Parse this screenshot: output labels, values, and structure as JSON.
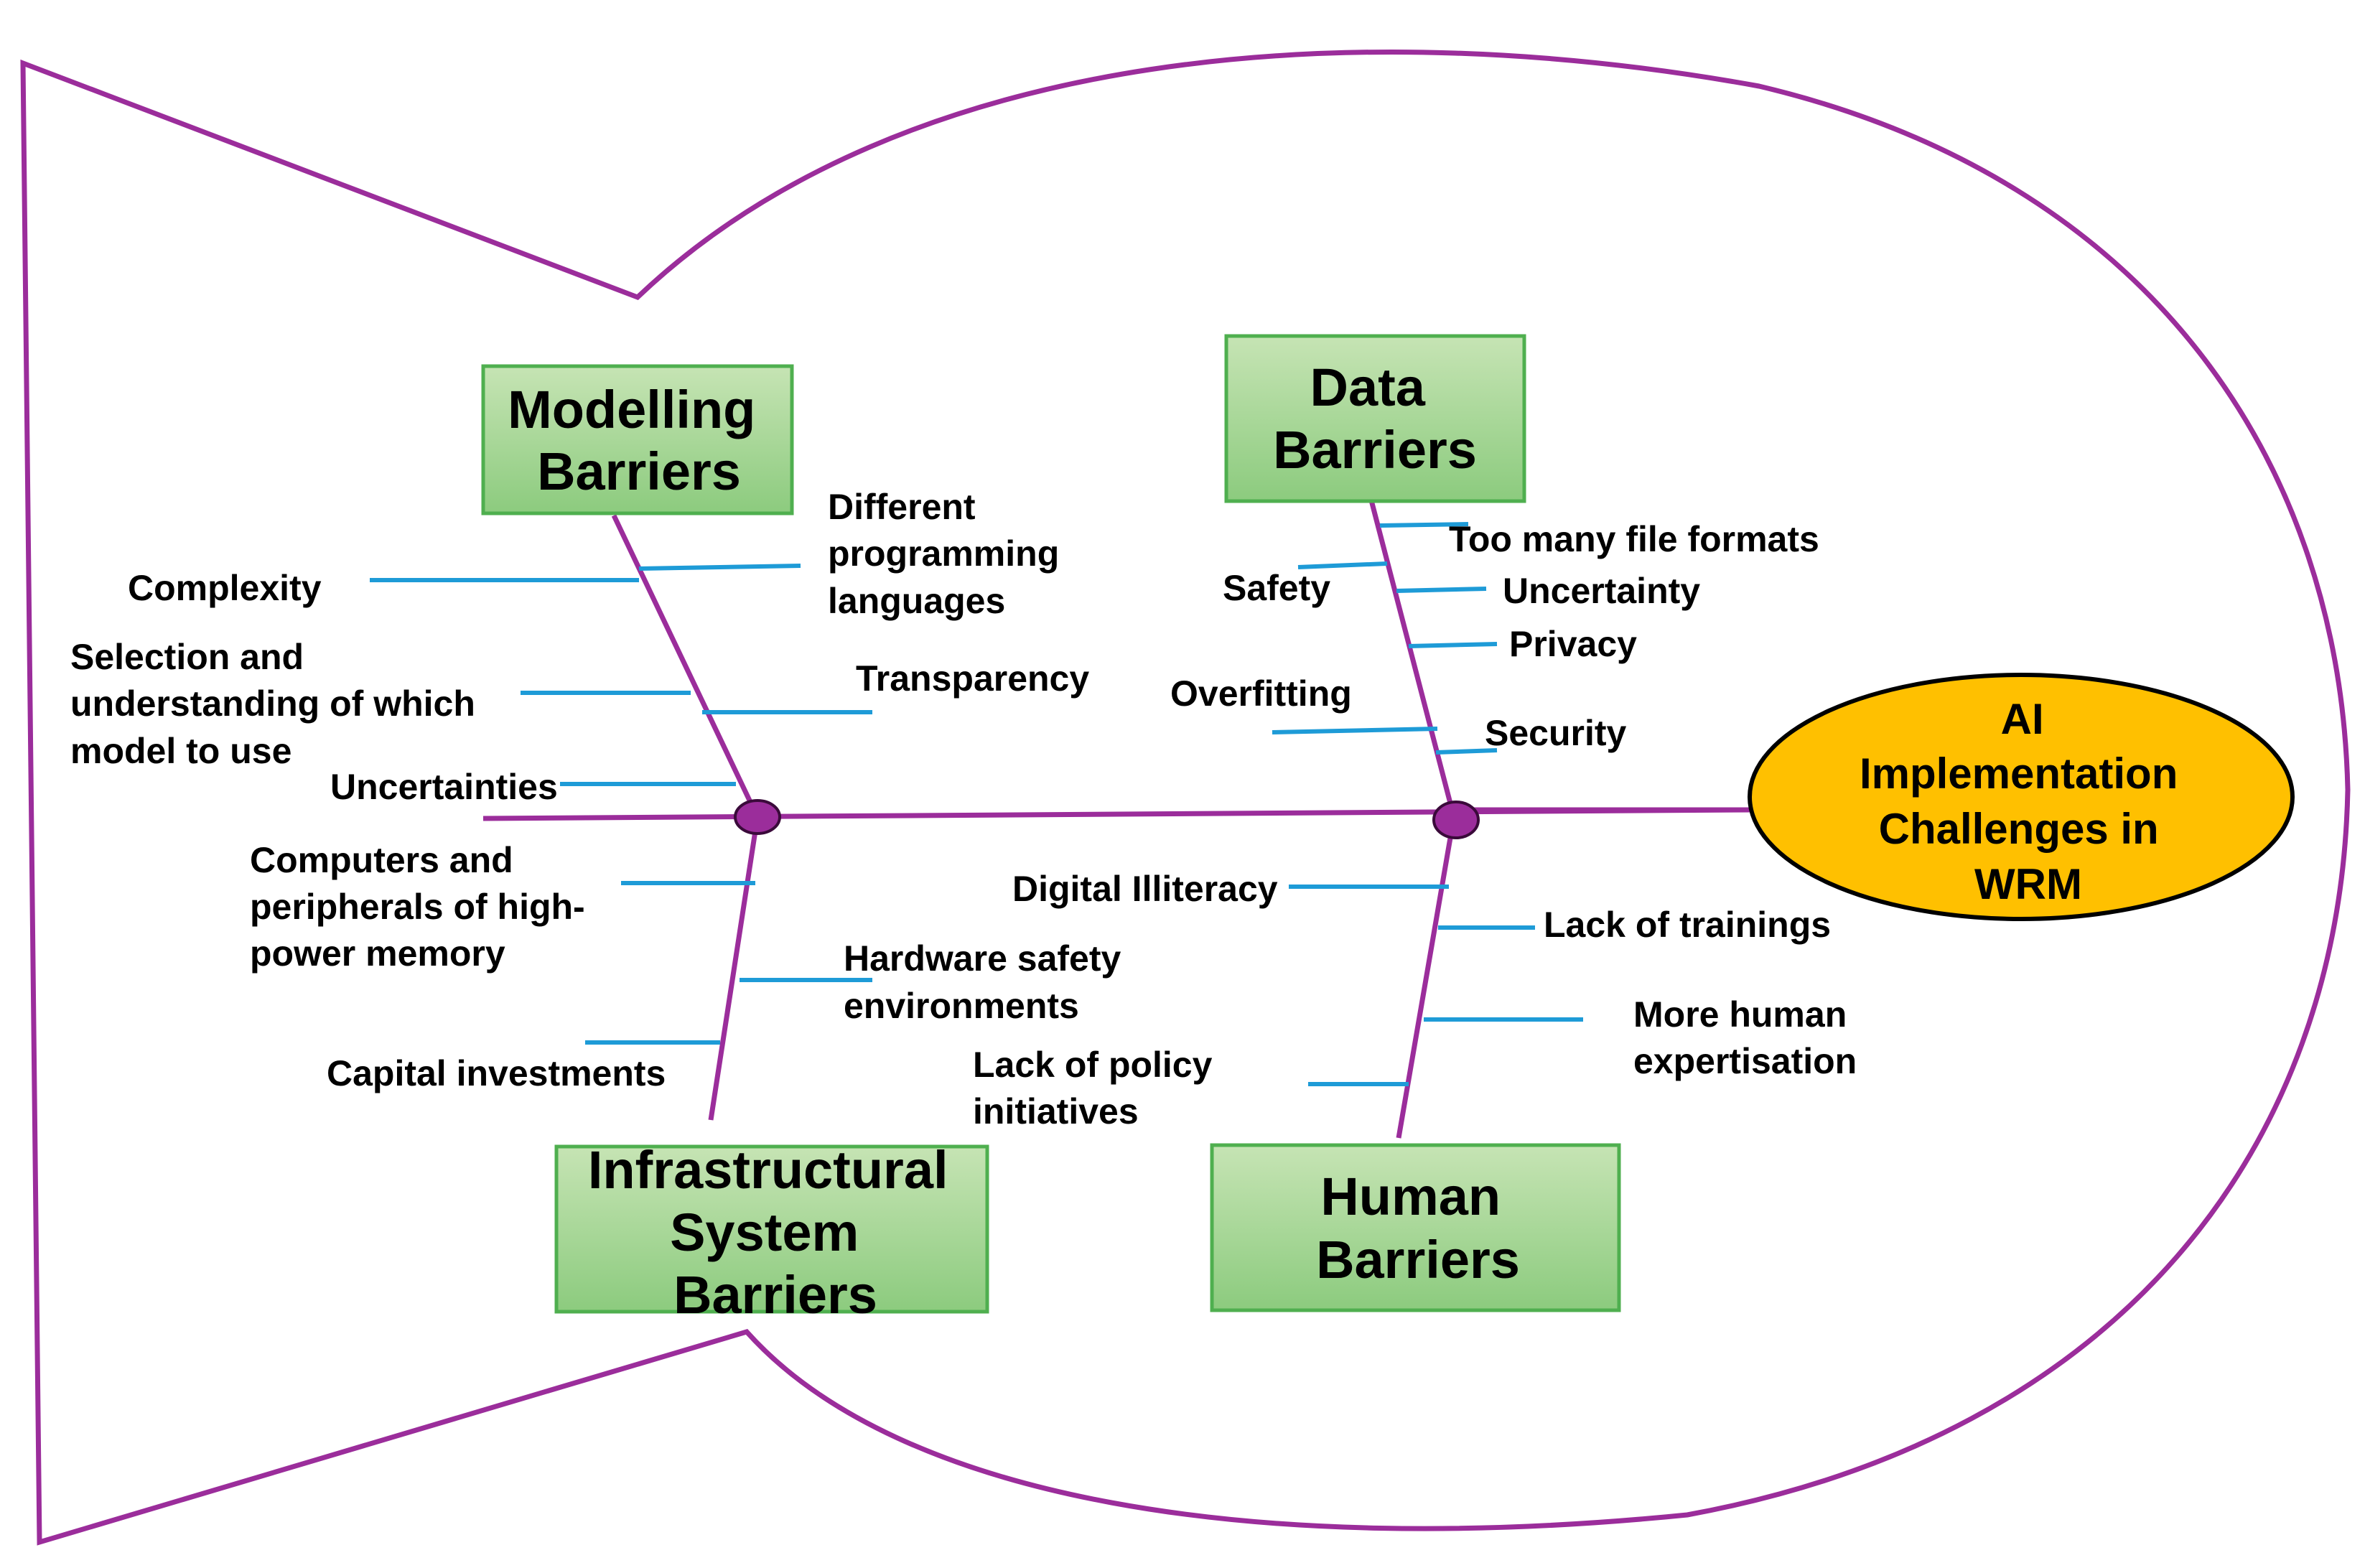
{
  "effect": {
    "lines": [
      "AI",
      "Implementation",
      "Challenges in",
      "WRM"
    ],
    "fill": "#FFC000"
  },
  "categories": {
    "modelling": {
      "lines": [
        "Modelling",
        "Barriers"
      ]
    },
    "data": {
      "lines": [
        "Data",
        "Barriers"
      ]
    },
    "infrastructural": {
      "lines": [
        "Infrastructural",
        "System",
        "Barriers"
      ]
    },
    "human": {
      "lines": [
        "Human",
        "Barriers"
      ]
    }
  },
  "causes": {
    "modelling": [
      [
        "Complexity"
      ],
      [
        "Different",
        "programming",
        "languages"
      ],
      [
        "Selection and",
        "understanding of which",
        "model to use"
      ],
      [
        "Transparency"
      ],
      [
        "Uncertainties"
      ]
    ],
    "data": [
      [
        "Too many file formats"
      ],
      [
        "Safety"
      ],
      [
        "Uncertainty"
      ],
      [
        "Privacy"
      ],
      [
        "Overfitting"
      ],
      [
        "Security"
      ]
    ],
    "infrastructural": [
      [
        "Computers and",
        "peripherals of high-",
        "power memory"
      ],
      [
        "Hardware safety",
        "environments"
      ],
      [
        "Capital investments"
      ]
    ],
    "human": [
      [
        "Digital Illiteracy"
      ],
      [
        "Lack of trainings"
      ],
      [
        "More human",
        "expertisation"
      ],
      [
        "Lack of policy",
        "initiatives"
      ]
    ]
  },
  "colors": {
    "outline": "#9B2D9B",
    "bone_tick": "#1E9BD7",
    "box_fill_top": "#C6E4B4",
    "box_fill_bottom": "#8CCB7E",
    "box_border": "#4FAF4F",
    "joint": "#9B2D9B"
  }
}
